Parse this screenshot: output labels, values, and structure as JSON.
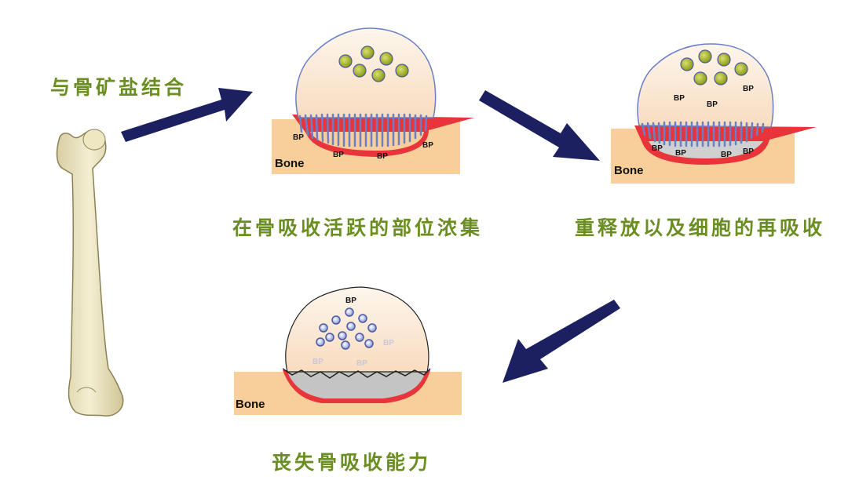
{
  "captions": {
    "bind": "与骨矿盐结合",
    "concentrate": "在骨吸收活跃的部位浓集",
    "rerelease": "重释放以及细胞的再吸收",
    "loss": "丧失骨吸收能力"
  },
  "labels": {
    "bone": "Bone",
    "bp": "BP"
  },
  "colors": {
    "caption": "#6b8e23",
    "arrow": "#1c2060",
    "bone_bed": "#f8cf9a",
    "resorption_line": "#e8343a",
    "cell_outline": "#6b7fc6",
    "granule_green": "#a8b62c",
    "granule_blue": "#7e8fd0"
  },
  "icons": [
    "femur-bone-icon",
    "arrow-right-icon",
    "arrow-down-right-icon",
    "arrow-down-left-icon"
  ]
}
